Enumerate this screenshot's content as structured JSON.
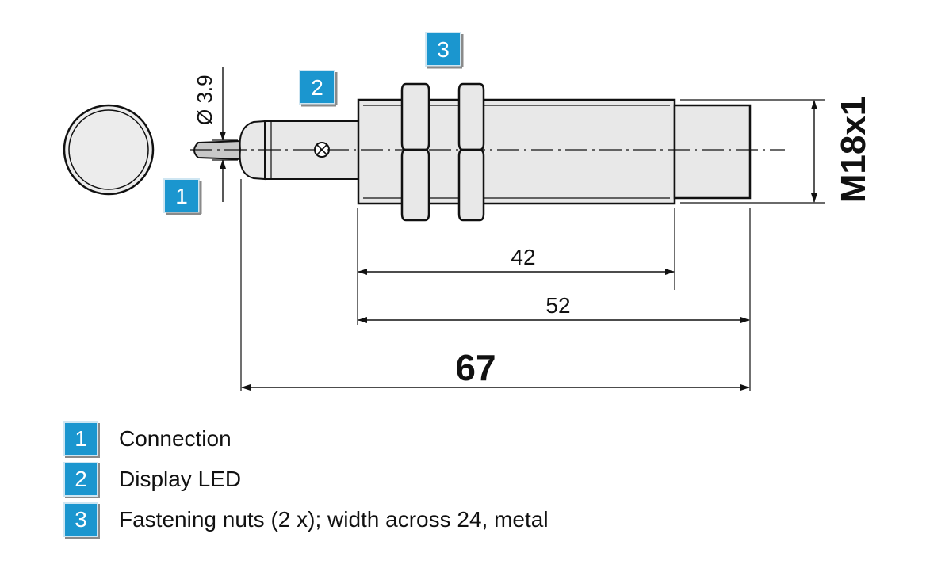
{
  "colors": {
    "badge": "#1b96cf",
    "line": "#111111",
    "body_fill": "#e8e8e8"
  },
  "callouts": [
    {
      "number": "1",
      "label": "Connection"
    },
    {
      "number": "2",
      "label": "Display LED"
    },
    {
      "number": "3",
      "label": "Fastening nuts (2 x); width across 24, metal"
    }
  ],
  "dimensions": {
    "cable_diameter": "Ø 3.9",
    "thread_length": "42",
    "housing_length": "52",
    "total_length": "67",
    "thread_size": "M18x1"
  }
}
